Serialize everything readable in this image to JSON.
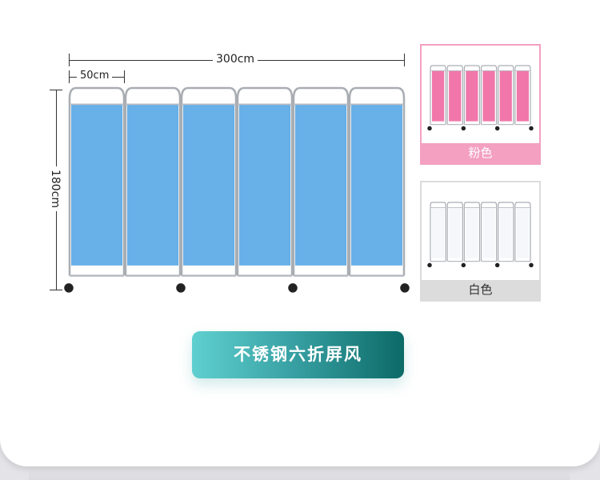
{
  "dimensions": {
    "total_width": "300cm",
    "panel_width": "50cm",
    "height": "180cm"
  },
  "colors": {
    "blue": "#5aa9e6",
    "pink": "#f06aa2",
    "white": "#f4f6fa",
    "accent_from": "#5fd0cf",
    "accent_to": "#0c6a67"
  },
  "options": [
    {
      "label": "粉色"
    },
    {
      "label": "白色"
    }
  ],
  "title": "不锈钢六折屏风",
  "panels": 6
}
